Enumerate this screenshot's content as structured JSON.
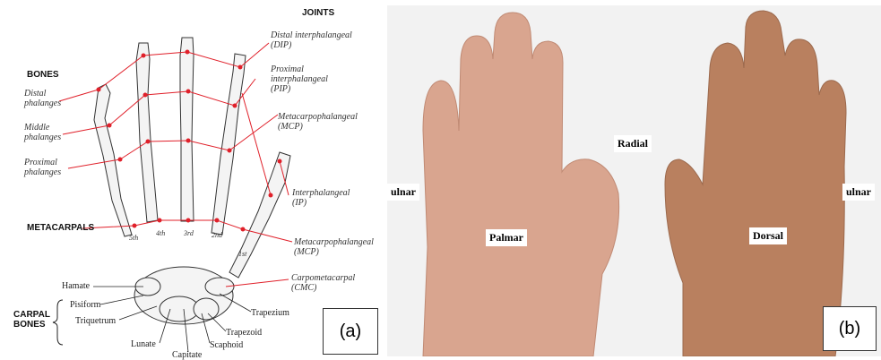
{
  "panel_a": {
    "headers": {
      "joints": "JOINTS",
      "bones": "BONES",
      "metacarpals": "METACARPALS",
      "carpal_bones": "CARPAL\nBONES"
    },
    "bone_labels": {
      "distal": "Distal\nphalanges",
      "middle": "Middle\nphalanges",
      "proximal": "Proximal\nphalanges"
    },
    "joint_labels": {
      "dip": "Distal interphalangeal\n(DIP)",
      "pip": "Proximal\ninterphalangeal\n(PIP)",
      "mcp": "Metacarpophalangeal\n(MCP)",
      "ip": "Interphalangeal\n(IP)",
      "mcp_thumb": "Metacarpophalangeal\n(MCP)",
      "cmc": "Carpometacarpal\n(CMC)"
    },
    "carpal_labels": {
      "hamate": "Hamate",
      "pisiform": "Pisiform",
      "triquetrum": "Triquetrum",
      "lunate": "Lunate",
      "capitate": "Capitate",
      "scaphoid": "Scaphoid",
      "trapezoid": "Trapezoid",
      "trapezium": "Trapezium"
    },
    "metacarpal_numbers": [
      "5th",
      "4th",
      "3rd",
      "2nd",
      "1st"
    ],
    "panel_tag": "(a)"
  },
  "panel_b": {
    "labels": {
      "radial": "Radial",
      "ulnar_left": "ulnar",
      "ulnar_right": "ulnar",
      "palmar": "Palmar",
      "dorsal": "Dorsal"
    },
    "panel_tag": "(b)",
    "colors": {
      "background": "#f2f2f2",
      "palm_skin": "#d9a58f",
      "dorsal_skin": "#b9805f",
      "joint_marker": "#e0202a"
    }
  }
}
